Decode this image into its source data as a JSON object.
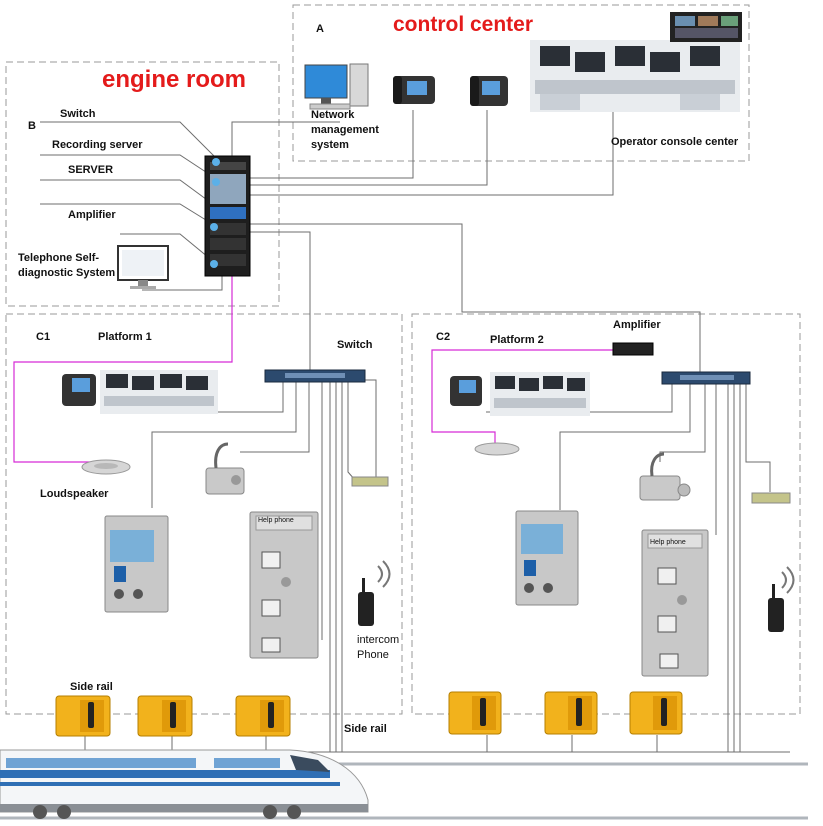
{
  "zones": {
    "control_center": {
      "letter": "A",
      "title": "control center"
    },
    "engine_room": {
      "letter": "B",
      "title": "engine room"
    },
    "platform1": {
      "letter": "C1",
      "title": "Platform 1"
    },
    "platform2": {
      "letter": "C2",
      "title": "Platform 2"
    }
  },
  "control_center": {
    "network_management": "Network management system",
    "operator_console": "Operator console center"
  },
  "engine_room": {
    "switch": "Switch",
    "recording_server": "Recording server",
    "server": "SERVER",
    "amplifier": "Amplifier",
    "self_diagnostic": "Telephone Self-diagnostic System"
  },
  "platform1": {
    "switch": "Switch",
    "loudspeaker": "Loudspeaker",
    "intercom_phone": "intercom Phone",
    "side_rail": "Side rail"
  },
  "platform2": {
    "amplifier": "Amplifier",
    "side_rail": "Side rail"
  },
  "help_phone_text": "Help phone",
  "colors": {
    "zone_border": "#9a9a9a",
    "line": "#6e6e6e",
    "audio_line": "#d62bd6",
    "title_red": "#e41b1b",
    "rail_phone": "#f2b21c",
    "train_blue": "#2f6fb5"
  }
}
